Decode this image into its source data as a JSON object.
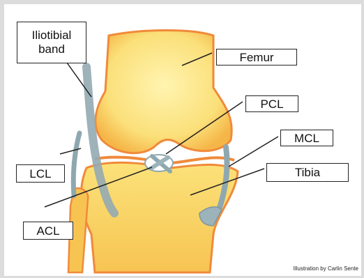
{
  "labels": {
    "iliotibial_band": "Iliotibial\nband",
    "femur": "Femur",
    "pcl": "PCL",
    "mcl": "MCL",
    "lcl": "LCL",
    "tibia": "Tibia",
    "acl": "ACL"
  },
  "credit": "Illustration by Carlin Sente",
  "colors": {
    "bone_fill": "#fbe58a",
    "bone_edge": "#f08a3a",
    "ligament": "#8fa8b0",
    "background": "#dcdcdc"
  }
}
